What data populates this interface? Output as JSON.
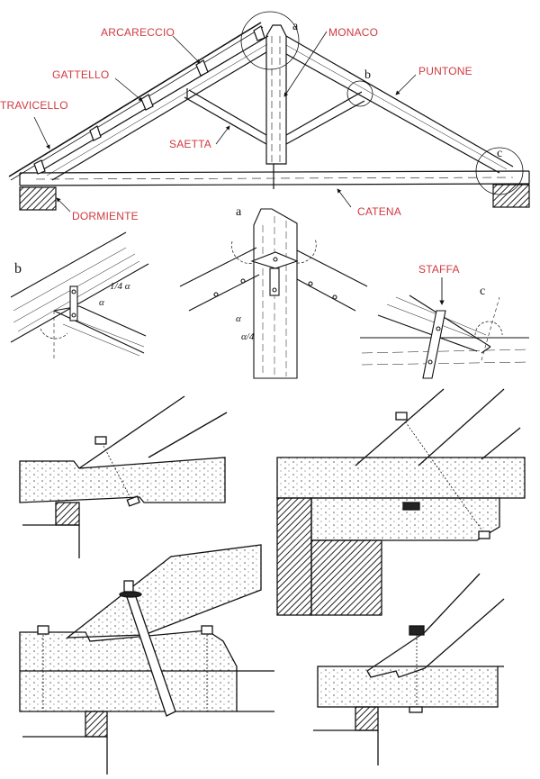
{
  "title": "Capriata in legno - nodi e particolari",
  "labels": {
    "arcareccio": "ARCARECCIO",
    "monaco": "MONACO",
    "gattello": "GATTELLO",
    "puntone": "PUNTONE",
    "travicello": "TRAVICELLO",
    "saetta": "SAETTA",
    "dormiente": "DORMIENTE",
    "catena": "CATENA",
    "staffa": "STAFFA"
  },
  "node_letters": {
    "a": "a",
    "b": "b",
    "c": "c"
  },
  "angles": {
    "alpha": "α",
    "quarter_alpha": "1/4 α",
    "alpha_over_4": "α/4"
  },
  "colors": {
    "label": "#d0393f",
    "ink": "#111111",
    "background": "#ffffff"
  }
}
